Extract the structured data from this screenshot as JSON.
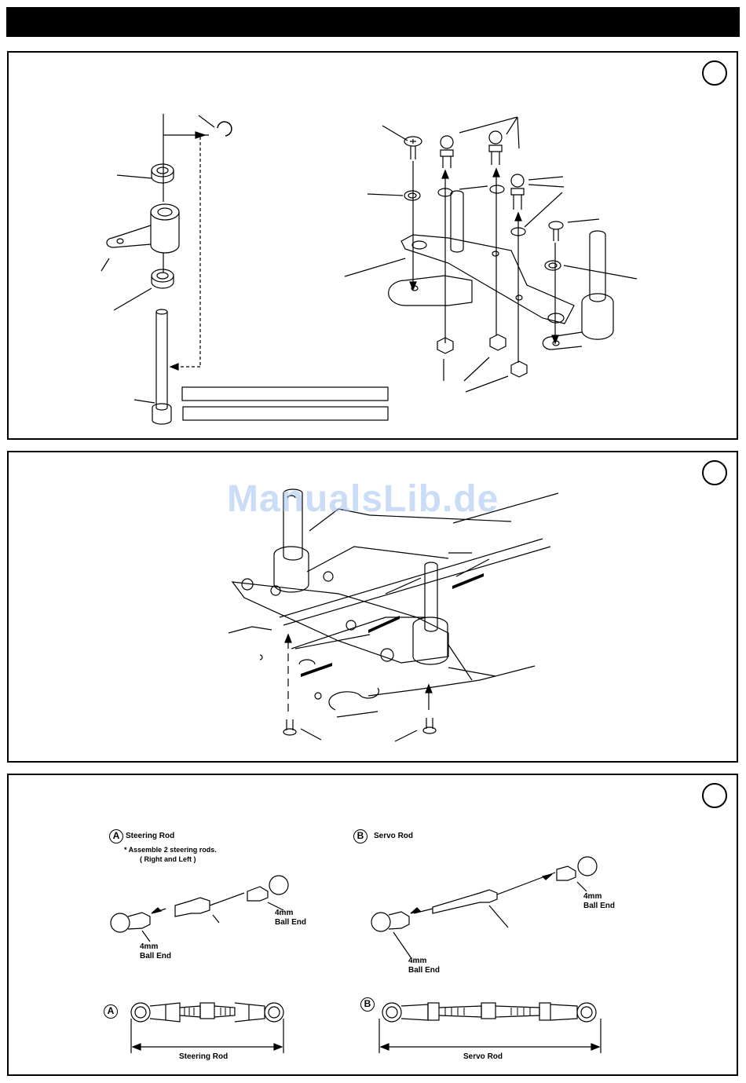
{
  "watermark": "ManualsLib.de",
  "section_c": {
    "steering_rod": {
      "letter": "A",
      "title": "Steering Rod",
      "note_line1": "* Assemble 2 steering rods.",
      "note_line2": "( Right and Left )",
      "left_end_line1": "4mm",
      "left_end_line2": "Ball End",
      "right_end_line1": "4mm",
      "right_end_line2": "Ball End",
      "dimension_label": "Steering Rod"
    },
    "servo_rod": {
      "letter": "B",
      "title": "Servo Rod",
      "left_end_line1": "4mm",
      "left_end_line2": "Ball End",
      "right_end_line1": "4mm",
      "right_end_line2": "Ball End",
      "dimension_label": "Servo Rod"
    }
  }
}
